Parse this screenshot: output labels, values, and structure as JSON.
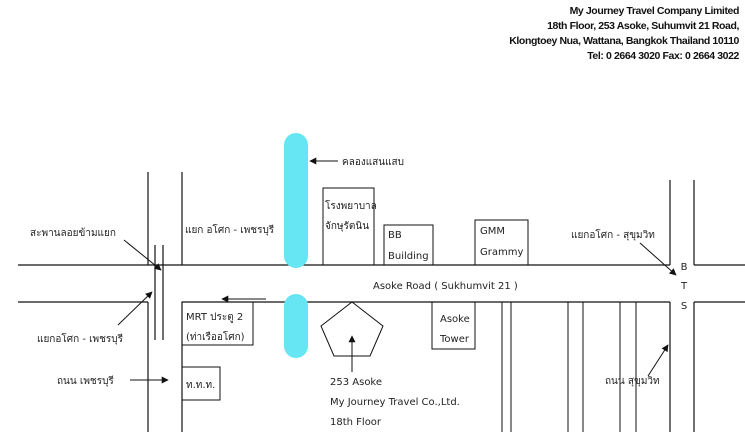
{
  "company": {
    "name": "My Journey Travel Company Limited",
    "address_line1": "18th Floor, 253 Asoke, Suhumvit 21 Road,",
    "address_line2": "Klongtoey Nua, Wattana, Bangkok Thailand 10110",
    "contact": "Tel: 0 2664 3020 Fax: 0 2664 3022"
  },
  "map": {
    "canal_label": "คลองแสนแสบ",
    "bridge_label": "สะพานลอยข้ามแยก",
    "asoke_petchaburi_junction_top": "แยก อโศก - เพชรบุรี",
    "asoke_petchaburi_junction_left": "แยกอโศก - เพชรบุรี",
    "petchaburi_road": "ถนน เพชรบุรี",
    "hospital_line1": "โรงพยาบาล",
    "hospital_line2": "จักษุรัตนิน",
    "bb_building_line1": "BB",
    "bb_building_line2": "Building",
    "gmm_line1": "GMM",
    "gmm_line2": "Grammy",
    "asoke_sukhumvit_junction": "แยกอโศก - สุขุมวิท",
    "bts_letters": [
      "B",
      "T",
      "S"
    ],
    "asoke_road": "Asoke Road ( Sukhumvit 21 )",
    "mrt_line1": "MRT ประตู 2",
    "mrt_line2": "(ท่าเรืออโศก)",
    "asoke_tower_line1": "Asoke",
    "asoke_tower_line2": "Tower",
    "tot_label": "ท.ท.ท.",
    "destination_line1": "253 Asoke",
    "destination_line2": "My Journey Travel Co.,Ltd.",
    "destination_line3": "18th Floor",
    "sukhumvit_road": "ถนน สุขุมวิท"
  },
  "colors": {
    "canal": "#66e6f2",
    "line": "#111111",
    "background": "#ffffff"
  }
}
